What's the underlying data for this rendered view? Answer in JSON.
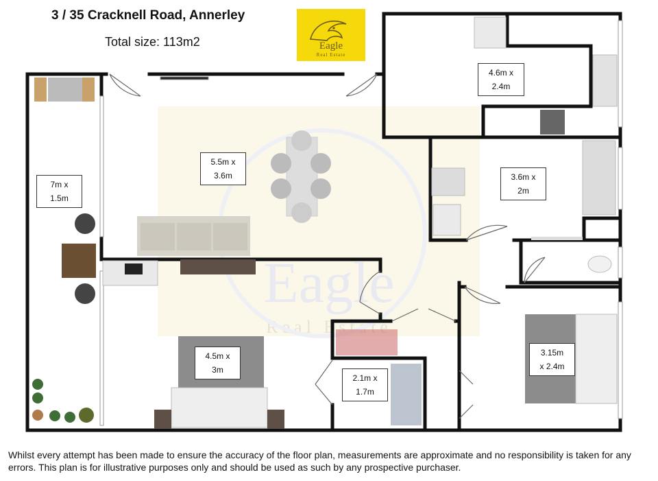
{
  "header": {
    "title": "3  / 35 Cracknell Road, Annerley",
    "total_size": "Total size: 113m2"
  },
  "logo": {
    "name": "Eagle",
    "tagline": "Real Estate",
    "background_color": "#f5d90a"
  },
  "watermark": {
    "text": "Eagle",
    "subtext": "Real Estate"
  },
  "rooms": [
    {
      "id": "kitchen",
      "line1": "4.6m x",
      "line2": "2.4m"
    },
    {
      "id": "living",
      "line1": "5.5m x",
      "line2": "3.6m"
    },
    {
      "id": "balcony",
      "line1": "7m x",
      "line2": "1.5m"
    },
    {
      "id": "bathroom",
      "line1": "3.6m x",
      "line2": "2m"
    },
    {
      "id": "bedroom-main",
      "line1": "4.5m x",
      "line2": "3m"
    },
    {
      "id": "walk-in-robe",
      "line1": "2.1m x",
      "line2": "1.7m"
    },
    {
      "id": "bedroom-second",
      "line1": "3.15m",
      "line2": "x 2.4m"
    }
  ],
  "disclaimer": "Whilst every attempt has been made to ensure the accuracy of the floor plan, measurements are approximate and no responsibility is taken for any errors. This plan is for illustrative purposes only and should be used as such by any prospective purchaser."
}
